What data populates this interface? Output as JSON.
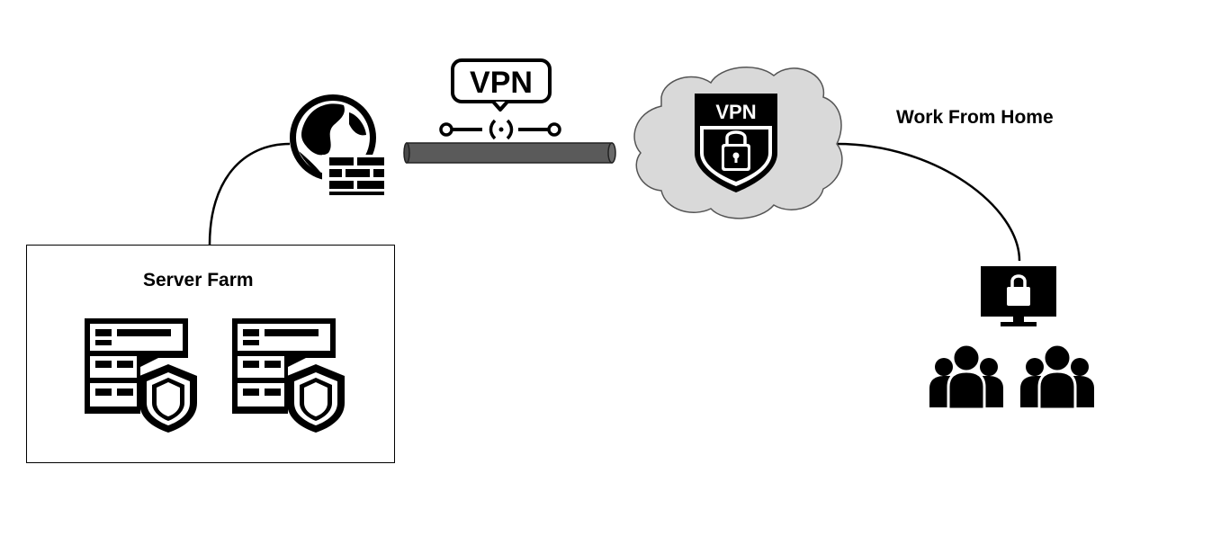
{
  "diagram": {
    "server_farm": {
      "label": "Server Farm"
    },
    "work_from_home": {
      "label": "Work From Home"
    },
    "vpn_sign": {
      "text": "VPN"
    },
    "vpn_shield": {
      "text": "VPN"
    }
  },
  "icons": {
    "globe_firewall": "globe-firewall-icon",
    "vpn_sign": "vpn-sign-icon",
    "tunnel": "vpn-tunnel-pipe",
    "cloud_shield": "cloud-vpn-shield-icon",
    "server_secure": "server-shield-icon",
    "monitor_lock": "monitor-lock-icon",
    "users": "users-group-icon"
  },
  "colors": {
    "line": "#000000",
    "tunnel": "#5a5a5a",
    "cloud": "#d9d9d9"
  }
}
